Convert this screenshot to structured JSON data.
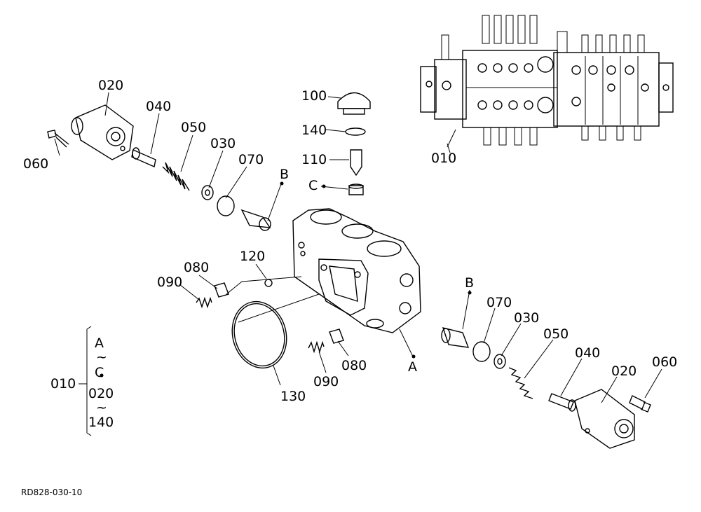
{
  "diagram": {
    "figure_code": "RD828-030-10",
    "labels": {
      "p020_left": "020",
      "p040_left": "040",
      "p050_left": "050",
      "p030_left": "030",
      "p070_left": "070",
      "p060_left": "060",
      "pB_left": "B",
      "p100": "100",
      "p140_top": "140",
      "p110": "110",
      "pC": "C",
      "p010_top": "010",
      "p120": "120",
      "p080_left": "080",
      "p090_left": "090",
      "p130": "130",
      "p090_mid": "090",
      "p080_mid": "080",
      "pA": "A",
      "pB_right": "B",
      "p070_right": "070",
      "p030_right": "030",
      "p050_right": "050",
      "p040_right": "040",
      "p020_right": "020",
      "p060_right": "060"
    },
    "legend": {
      "assembly": "010",
      "line1": "A",
      "line2": "~",
      "line3": "C",
      "line4": "020",
      "line5": "~",
      "line6": "140"
    }
  }
}
